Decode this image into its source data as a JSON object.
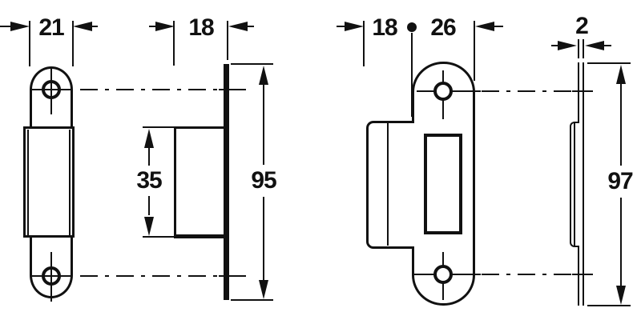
{
  "drawing": {
    "type": "technical-dimension-drawing",
    "background_color": "#ffffff",
    "line_color": "#111111",
    "views": {
      "keeper_front": {
        "width_label": "21"
      },
      "keeper_side": {
        "depth_label": "18",
        "box_height_label": "35",
        "height_label": "95"
      },
      "strike_front": {
        "lip_label": "18",
        "separator_dot": "•",
        "width_label": "26"
      },
      "strike_side": {
        "thickness_label": "2",
        "height_label": "97"
      }
    }
  }
}
